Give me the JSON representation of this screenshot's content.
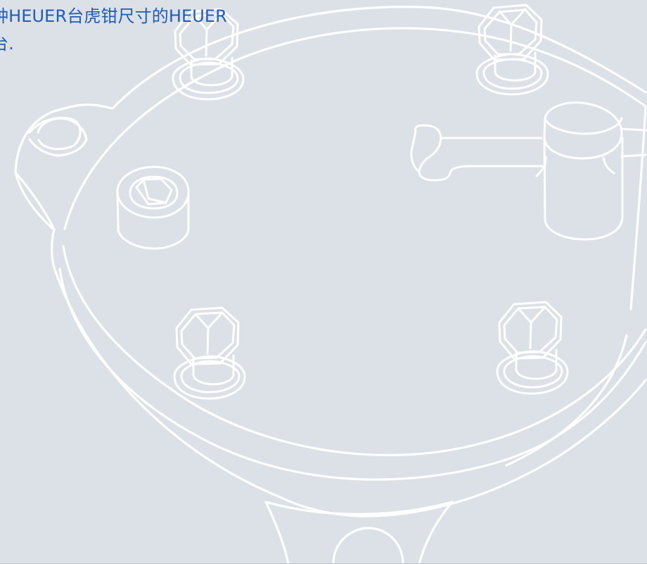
{
  "caption": {
    "line1": "钟HEUER台虎钳尺寸的HEUER",
    "line2": "台."
  },
  "illustration": {
    "subject": "vise-assembly-drawing",
    "line_color": "#ffffff",
    "background_color": "#dbe1e6",
    "caption_color": "#1f5db6"
  }
}
